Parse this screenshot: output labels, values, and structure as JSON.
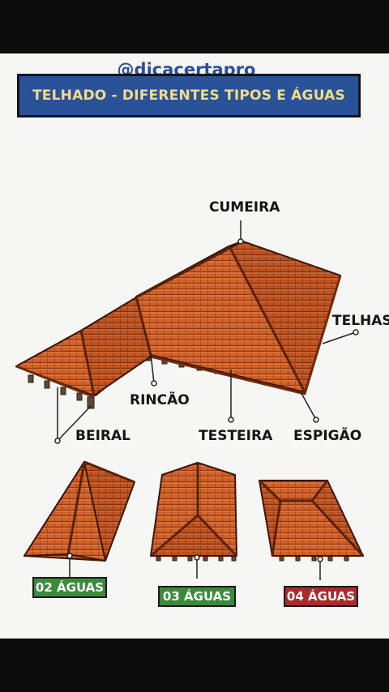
{
  "handle": "@dicacertapro",
  "banner": {
    "title": "TELHADO - DIFERENTES TIPOS E ÁGUAS",
    "color": "#2a5298",
    "text_color": "#f3dc86"
  },
  "main_roof": {
    "labels": {
      "cumeira": "CUMEIRA",
      "telhas": "TELHAS",
      "rincao": "RINCÃO",
      "beiral": "BEIRAL",
      "testeira": "TESTEIRA",
      "espigao": "ESPIGÃO"
    },
    "tile_color": "#d2622a"
  },
  "roof_types": [
    {
      "label": "02 ÁGUAS",
      "badge_color": "#3c8a3c"
    },
    {
      "label": "03 ÁGUAS",
      "badge_color": "#3c8a3c"
    },
    {
      "label": "04 ÁGUAS",
      "badge_color": "#a82c2c"
    }
  ]
}
